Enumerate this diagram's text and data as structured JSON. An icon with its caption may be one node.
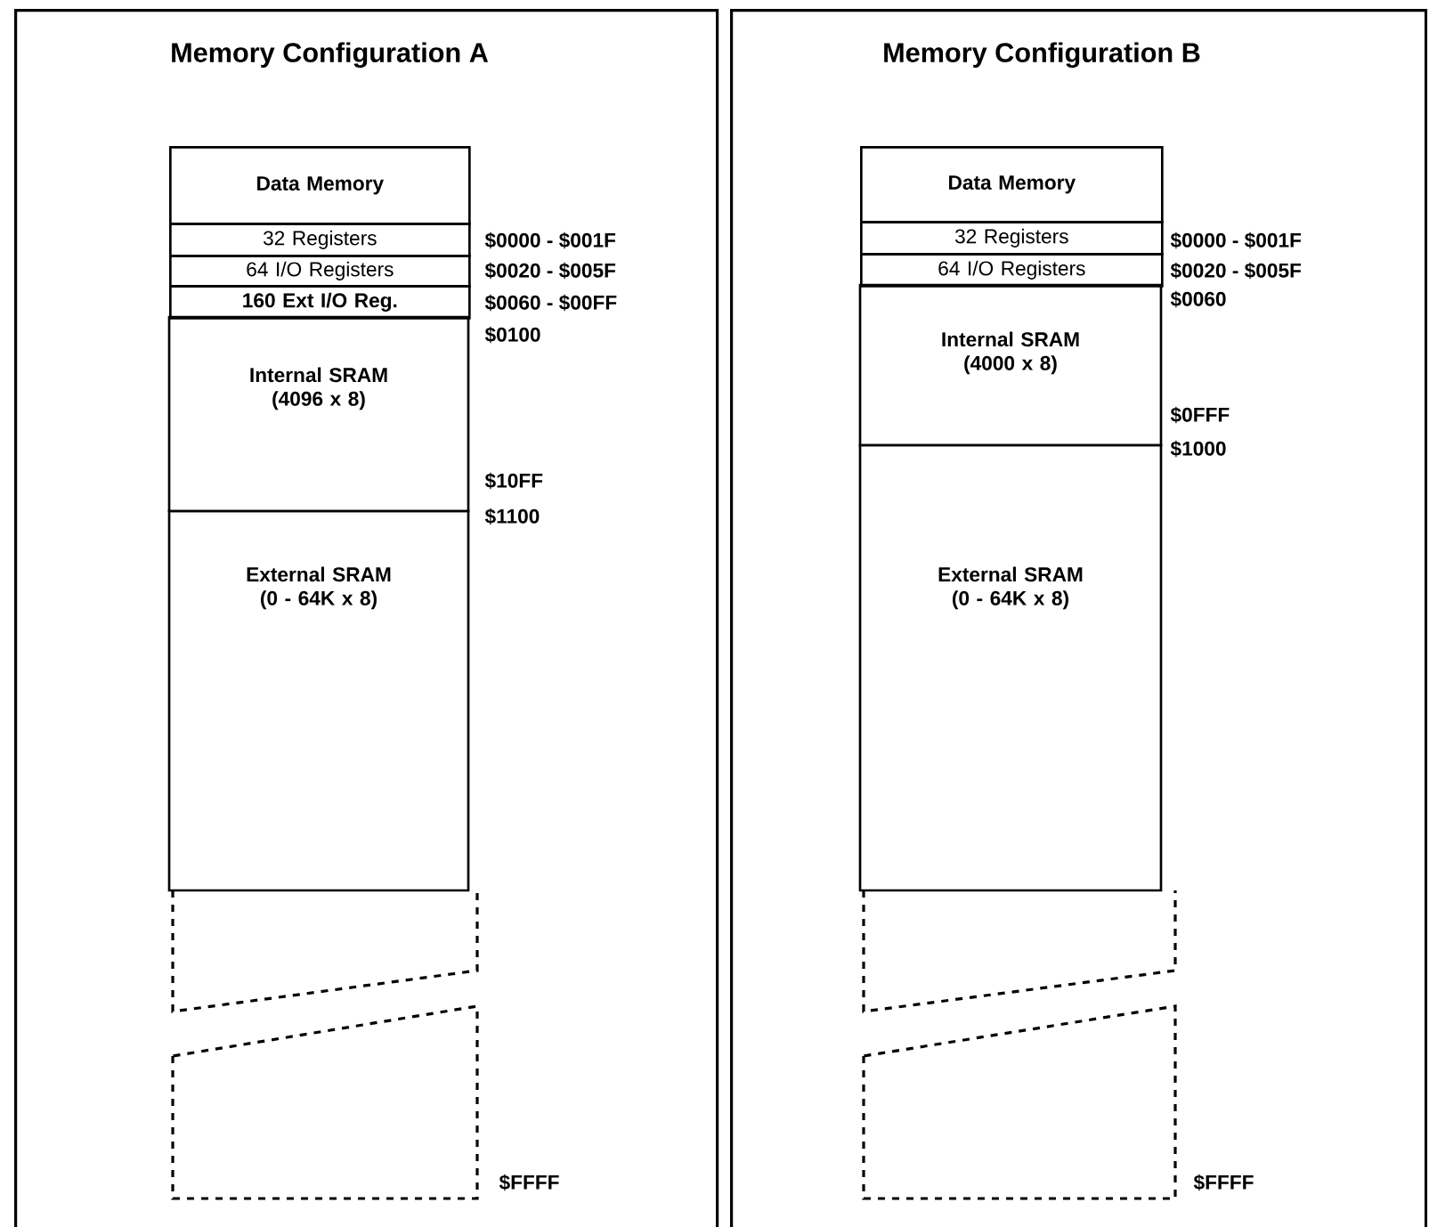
{
  "diagram": {
    "nodes": [
      {
        "text": [
          "Memory Configuration A"
        ]
      },
      {
        "text": [
          "Data Memory"
        ],
        "in": 0
      },
      {
        "text": [
          "32 Registers"
        ],
        "in": 0
      },
      {
        "text": [
          "64 I/O Registers"
        ],
        "in": 0
      },
      {
        "text": [
          "160 Ext I/O Reg."
        ],
        "in": 0
      },
      {
        "text": [
          "Internal SRAM (4096 x 8)"
        ],
        "in": 0
      },
      {
        "text": [
          "External SRAM (0 - 64K x 8)"
        ],
        "in": 0
      },
      {
        "text": [],
        "shape": "box",
        "in": 0
      },
      {
        "text": [],
        "shape": "box",
        "in": 0
      },
      {
        "text": [
          "Memory Configuration B"
        ]
      },
      {
        "text": [
          "Data Memory"
        ],
        "in": 9
      },
      {
        "text": [
          "32 Registers"
        ],
        "in": 9
      },
      {
        "text": [
          "64 I/O Registers"
        ],
        "in": 9
      },
      {
        "text": [
          "Internal SRAM (4000 x 8)"
        ],
        "in": 9
      },
      {
        "text": [
          "External SRAM (0 - 64K x 8)"
        ],
        "in": 9
      },
      {
        "text": [],
        "shape": "box",
        "in": 9
      },
      {
        "text": [],
        "shape": "box",
        "in": 9
      }
    ],
    "labels": [
      "$0000 - $001F",
      "$0020 - $005F",
      "$0060 - $00FF",
      "$0100",
      "$10FF",
      "$1100",
      "$FFFF",
      "$0000 - $001F",
      "$0020 - $005F",
      "$0060",
      "$0FFF",
      "$1000",
      "$FFFF"
    ]
  }
}
